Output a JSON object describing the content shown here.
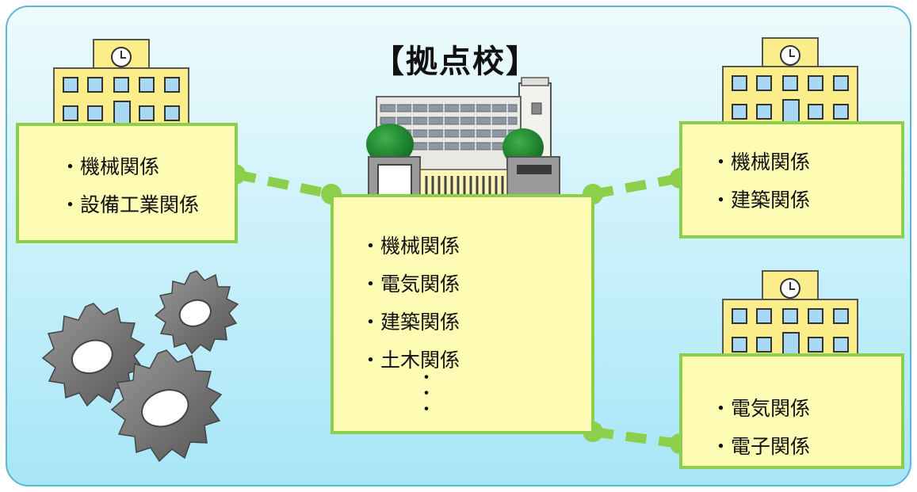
{
  "title": "【拠点校】",
  "hub": {
    "items": [
      "機械関係",
      "電気関係",
      "建築関係",
      "土木関係"
    ],
    "continuation": "・\n・\n・"
  },
  "school_left": {
    "items": [
      "機械関係",
      "設備工業関係"
    ]
  },
  "school_right_top": {
    "items": [
      "機械関係",
      "建築関係"
    ]
  },
  "school_right_bottom": {
    "items": [
      "電気関係",
      "電子関係"
    ]
  },
  "colors": {
    "connector": "#8ccf4a",
    "box_fill": "#fdfbb4",
    "building_wall": "#fbed8a",
    "window": "#a8d8f4",
    "background_top": "#e9f9fb",
    "background_bottom": "#a7e7f8"
  }
}
